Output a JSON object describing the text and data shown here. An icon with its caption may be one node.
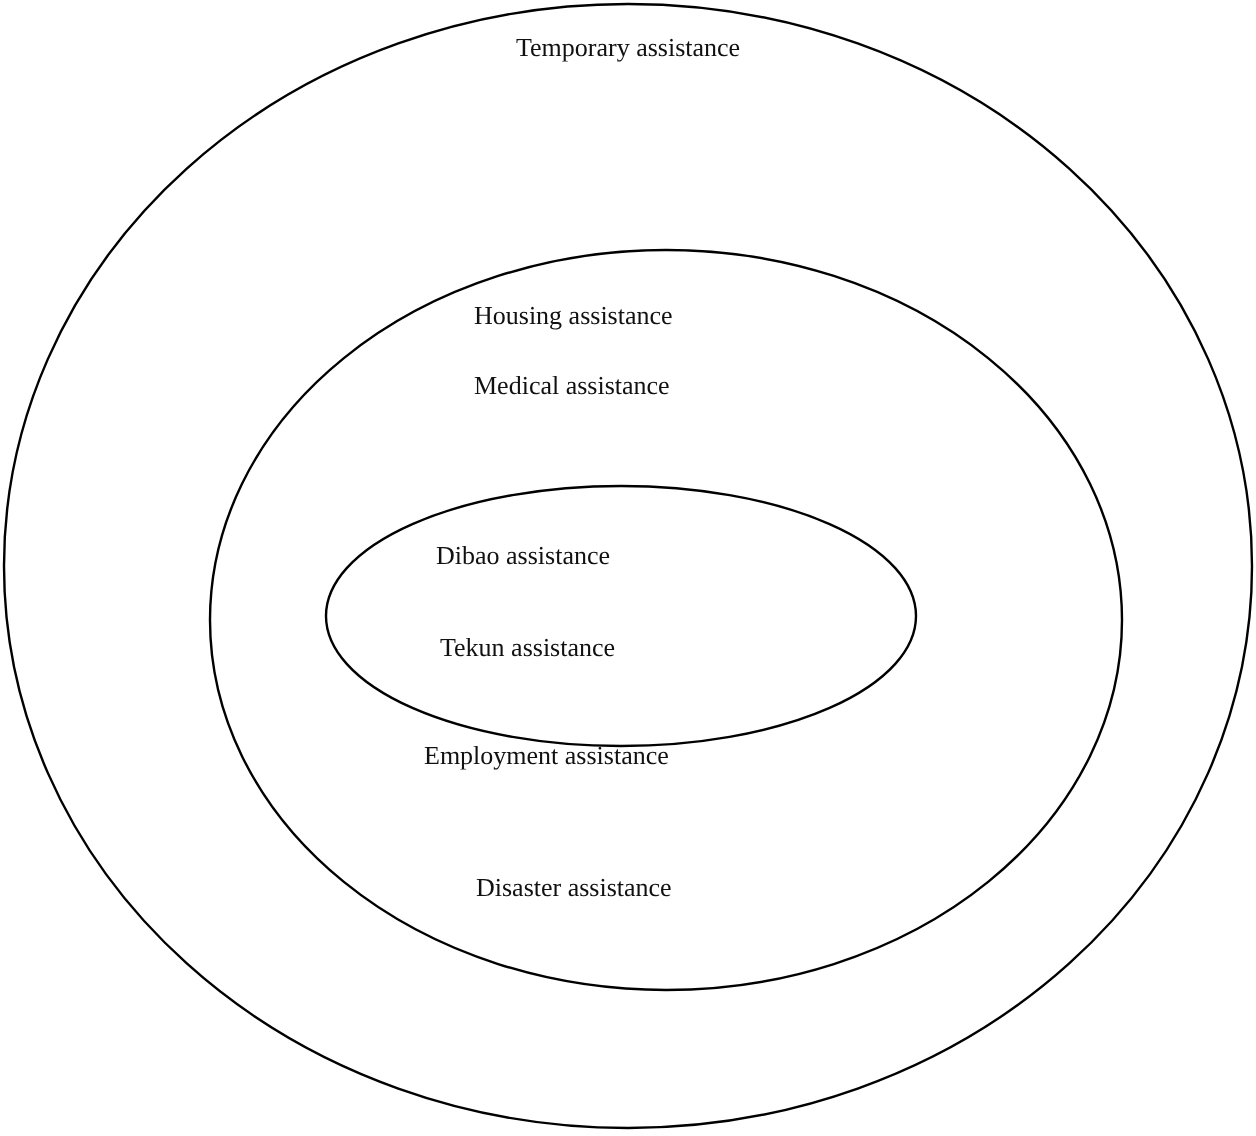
{
  "diagram": {
    "nodes": [
      {
        "text": [
          "Temporary assistance"
        ]
      },
      {
        "text": [
          "Housing assistance",
          "Medical assistance",
          "Employment assistance",
          "Disaster assistance"
        ],
        "in": 0
      },
      {
        "text": [
          "Dibao assistance",
          "Tekun assistance"
        ],
        "in": 1
      }
    ]
  }
}
